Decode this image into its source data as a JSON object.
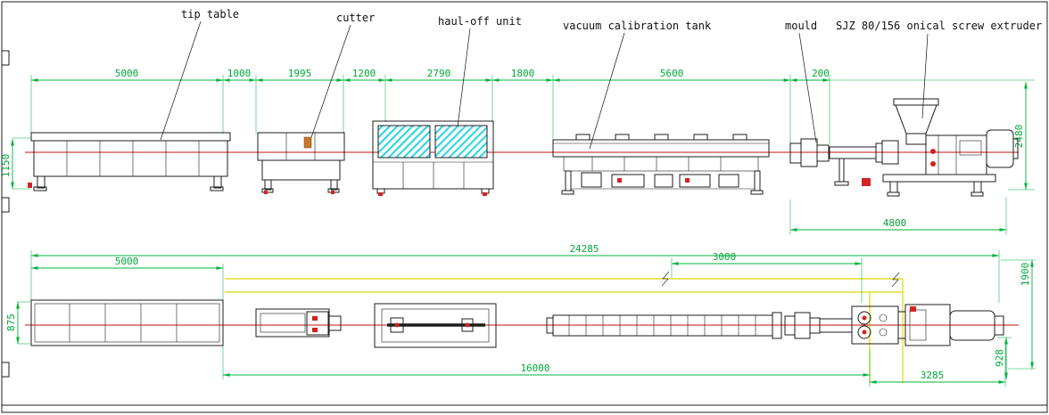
{
  "drawing": {
    "top_view": {
      "labels": {
        "tip_table": "tip table",
        "cutter": "cutter",
        "haul_off_unit": "haul-off unit",
        "vacuum_calibration_tank": "vacuum calibration tank",
        "mould": "mould",
        "extruder": "SJZ 80/156 onical screw extruder"
      },
      "dimensions": {
        "tip_table_length": "5000",
        "gap_table_cutter": "1000",
        "cutter_length": "1995",
        "gap_cutter_hauloff": "1200",
        "haul_off_length": "2790",
        "gap_hauloff_tank": "1800",
        "tank_length": "5600",
        "gap_tank_mould": "200",
        "extruder_group_length": "4800",
        "line_height": "2480",
        "table_height": "1150"
      }
    },
    "plan_view": {
      "dimensions": {
        "total_length": "24285",
        "tip_table_length": "5000",
        "tank_section": "3000",
        "overall_width": "1900",
        "table_width": "875",
        "downstream_length": "16000",
        "extruder_length": "3285",
        "extruder_width": "928"
      }
    },
    "colors": {
      "dimension_green": "#00b43c",
      "centerline_red": "#c41212",
      "hatch_cyan": "#35d5e5",
      "guide_yellow": "#ded800",
      "detail_red": "#d42222",
      "detail_orange": "#c9772a"
    }
  }
}
